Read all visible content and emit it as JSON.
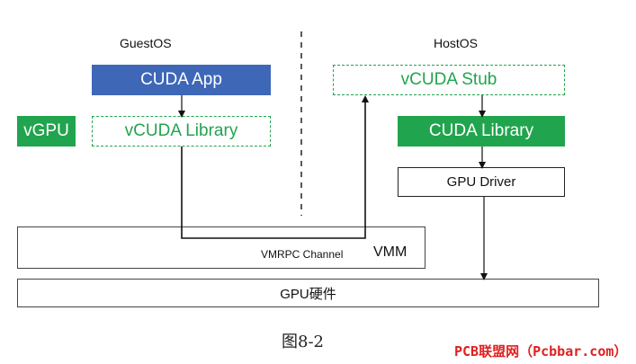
{
  "diagram": {
    "guest_os_label": "GuestOS",
    "host_os_label": "HostOS",
    "cuda_app": "CUDA App",
    "vgpu": "vGPU",
    "vcuda_library": "vCUDA Library",
    "vcuda_stub": "vCUDA Stub",
    "cuda_library": "CUDA Library",
    "gpu_driver": "GPU Driver",
    "vmrpc_channel": "VMRPC Channel",
    "vmm": "VMM",
    "gpu_hardware": "GPU硬件"
  },
  "caption": "图8-2",
  "watermark": "PCB联盟网（Pcbbar.com）",
  "colors": {
    "blue": "#3e67b8",
    "green": "#21a44e",
    "watermark_red": "#e02020"
  }
}
